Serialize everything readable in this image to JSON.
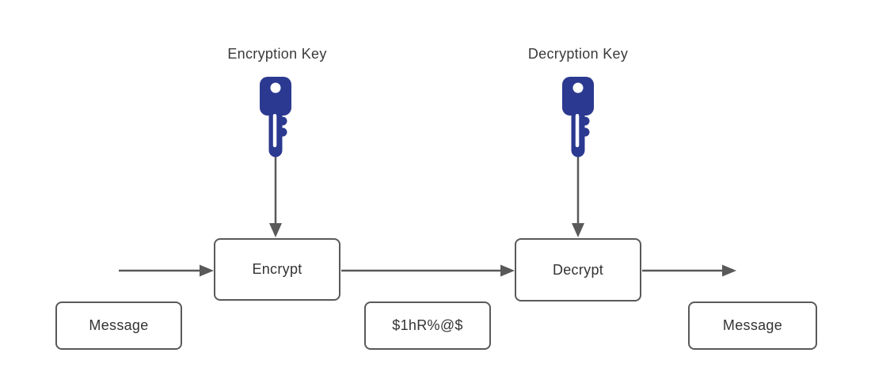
{
  "labels": {
    "encryption_key": "Encryption Key",
    "decryption_key": "Decryption Key"
  },
  "nodes": {
    "encrypt": "Encrypt",
    "decrypt": "Decrypt",
    "message_input": "Message",
    "ciphertext": "$1hR%@$",
    "message_output": "Message"
  },
  "icons": {
    "encryption_key": "key-icon",
    "decryption_key": "key-icon"
  },
  "colors": {
    "key_blue": "#2b3990",
    "line_gray": "#595959",
    "box_border_gray": "#595959",
    "text_dark": "#3a3a3a",
    "background": "#ffffff",
    "keyhole_white": "#ffffff"
  }
}
